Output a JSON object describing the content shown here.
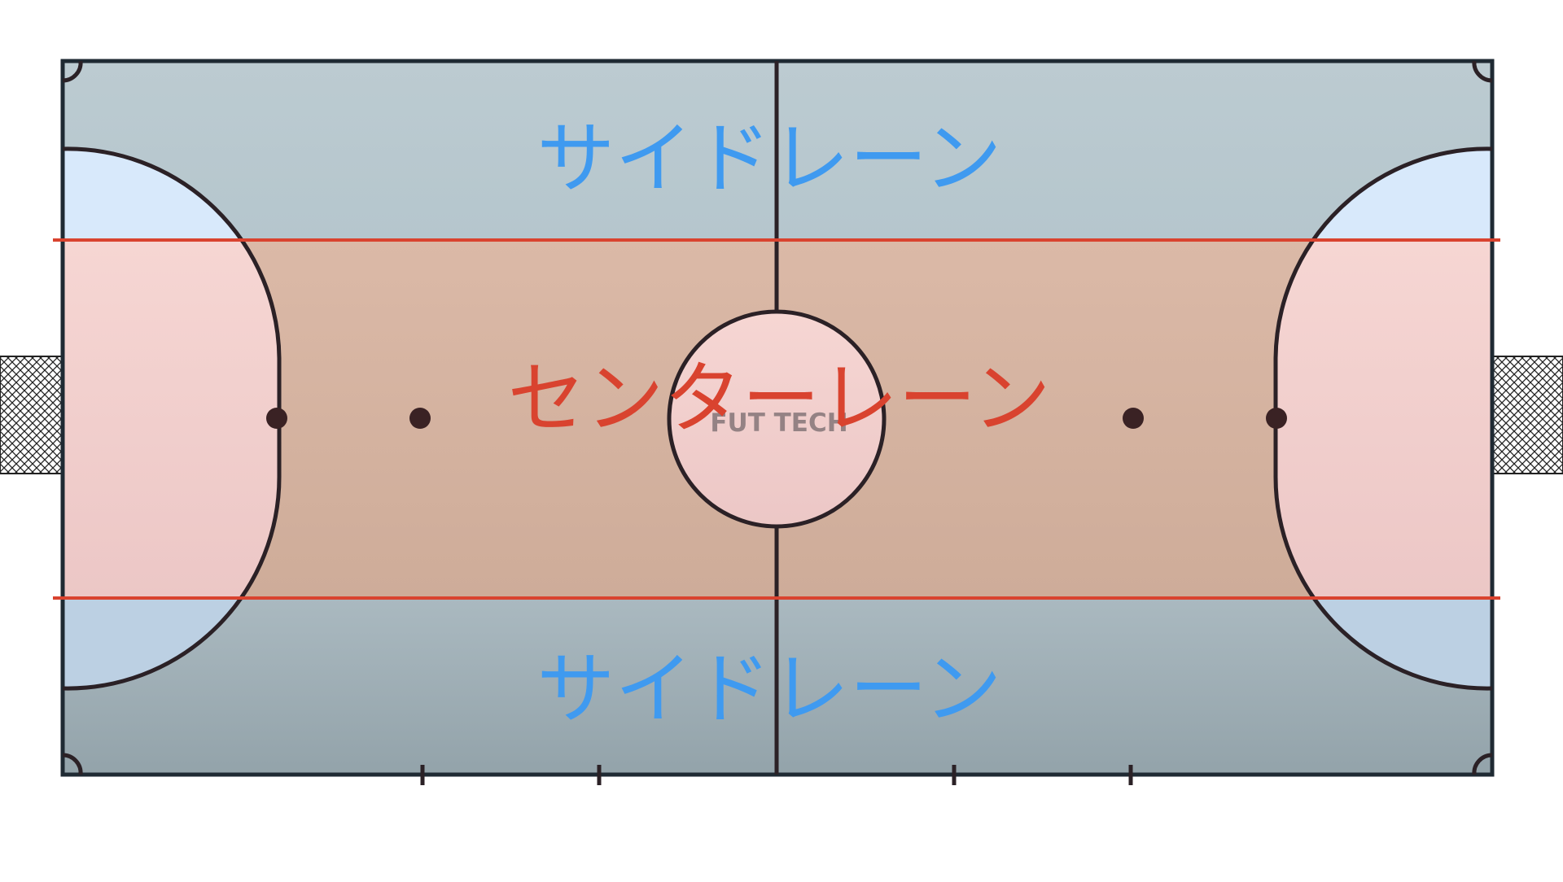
{
  "labels": {
    "side_lane_top": "サイドレーン",
    "center_lane": "センターレーン",
    "side_lane_bottom": "サイドレーン",
    "watermark": "FUT TECH"
  },
  "colors": {
    "side_lane_fill": "#b9cad0",
    "side_lane_fill_bottom": "#97a8b0",
    "center_lane_fill": "#d8b7a5",
    "penalty_area_fill": "#d8e9fb",
    "center_highlight_fill": "#f6d6d3",
    "field_line": "#2b2126",
    "lane_divider": "#d9432f",
    "side_label": "#3f9af0",
    "center_label": "#d9432f",
    "watermark": "#8a7a7d"
  }
}
